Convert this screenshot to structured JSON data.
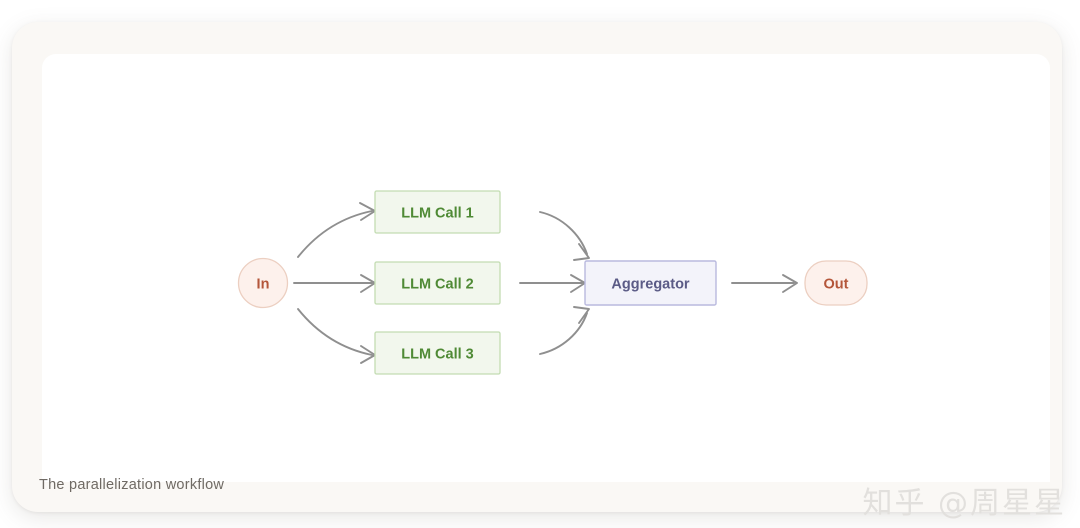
{
  "card": {
    "caption": "The parallelization workflow",
    "watermark": "知乎 @周星星"
  },
  "diagram": {
    "type": "flow-diagram",
    "title": "The parallelization workflow",
    "nodes": [
      {
        "id": "in",
        "label": "In",
        "shape": "circle",
        "fill": "#fdf1ec",
        "stroke": "#eccfc1",
        "text_color": "#b4563a"
      },
      {
        "id": "llm_call_1",
        "label": "LLM Call 1",
        "shape": "rect",
        "fill": "#f2f7ed",
        "stroke": "#c3dcb2",
        "text_color": "#4f8a35"
      },
      {
        "id": "llm_call_2",
        "label": "LLM Call 2",
        "shape": "rect",
        "fill": "#f2f7ed",
        "stroke": "#c3dcb2",
        "text_color": "#4f8a35"
      },
      {
        "id": "llm_call_3",
        "label": "LLM Call 3",
        "shape": "rect",
        "fill": "#f2f7ed",
        "stroke": "#c3dcb2",
        "text_color": "#4f8a35"
      },
      {
        "id": "aggregator",
        "label": "Aggregator",
        "shape": "rect",
        "fill": "#f3f3fa",
        "stroke": "#b9b9de",
        "text_color": "#5b5b86"
      },
      {
        "id": "out",
        "label": "Out",
        "shape": "rounded-rect-pill",
        "fill": "#fdf1ec",
        "stroke": "#eccfc1",
        "text_color": "#b4563a"
      }
    ],
    "edges": [
      {
        "from": "in",
        "to": "llm_call_1",
        "style": "curved"
      },
      {
        "from": "in",
        "to": "llm_call_2",
        "style": "straight"
      },
      {
        "from": "in",
        "to": "llm_call_3",
        "style": "curved"
      },
      {
        "from": "llm_call_1",
        "to": "aggregator",
        "style": "curved"
      },
      {
        "from": "llm_call_2",
        "to": "aggregator",
        "style": "straight"
      },
      {
        "from": "llm_call_3",
        "to": "aggregator",
        "style": "curved"
      },
      {
        "from": "aggregator",
        "to": "out",
        "style": "straight"
      }
    ],
    "edge_color": "#8f8f8f"
  },
  "colors": {
    "page_background": "#ffffff",
    "card_background": "#faf8f5",
    "canvas_background": "#ffffff",
    "caption_text": "#6f6a64",
    "watermark_text": "#e2e0dd",
    "arrow": "#8f8f8f"
  }
}
